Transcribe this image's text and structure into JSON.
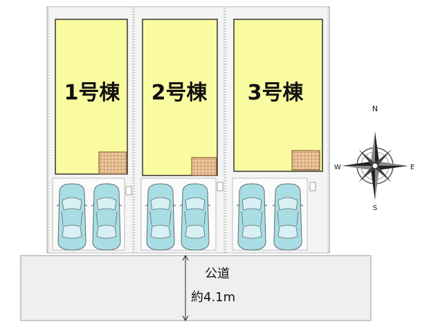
{
  "lots": [
    {
      "label": "1号棟"
    },
    {
      "label": "2号棟"
    },
    {
      "label": "3号棟"
    }
  ],
  "road": {
    "name": "公道",
    "width": "約4.1m"
  },
  "compass": {
    "north": "N",
    "south": "S",
    "east": "E",
    "west": "W"
  },
  "colors": {
    "building": "#fafaa0",
    "car": "#a8dde3",
    "patio": "#e8c8a0",
    "road": "#efefef"
  }
}
